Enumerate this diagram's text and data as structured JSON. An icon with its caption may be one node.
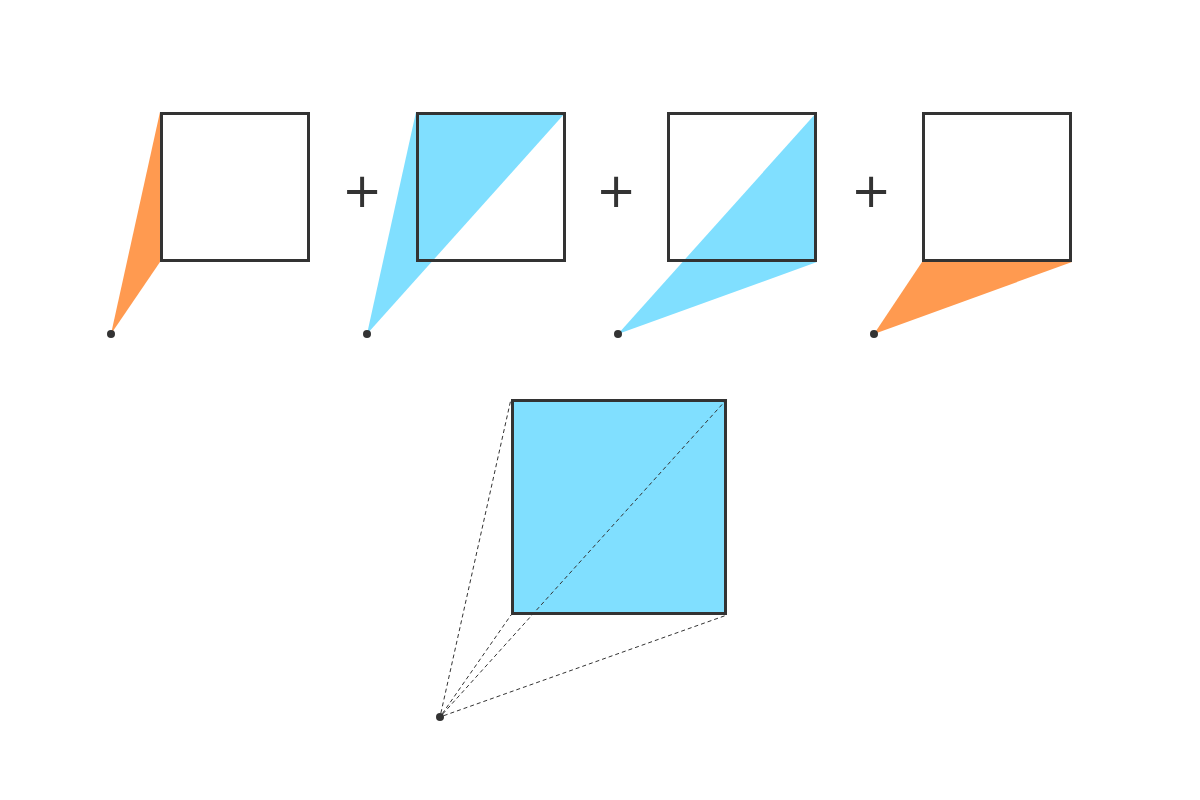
{
  "diagram": {
    "nodes": [
      {
        "text": [],
        "shape": "box"
      },
      {
        "text": [],
        "shape": "box"
      },
      {
        "text": [],
        "shape": "box"
      },
      {
        "text": [],
        "shape": "box"
      },
      {
        "text": [],
        "shape": "circle"
      },
      {
        "text": [],
        "shape": "circle"
      },
      {
        "text": [],
        "shape": "circle"
      },
      {
        "text": [],
        "shape": "circle"
      },
      {
        "text": [],
        "shape": "box"
      },
      {
        "text": [],
        "shape": "circle"
      }
    ],
    "edges": [
      {
        "from": 9,
        "to": 8,
        "arrow": "none",
        "style": "dashed"
      },
      {
        "from": 9,
        "to": 8,
        "arrow": "none",
        "style": "dashed"
      },
      {
        "from": 9,
        "to": 8,
        "arrow": "none",
        "style": "dashed"
      },
      {
        "from": 9,
        "to": 8,
        "arrow": "none",
        "style": "dashed"
      }
    ],
    "labels": [
      "+",
      "+",
      "+"
    ]
  }
}
